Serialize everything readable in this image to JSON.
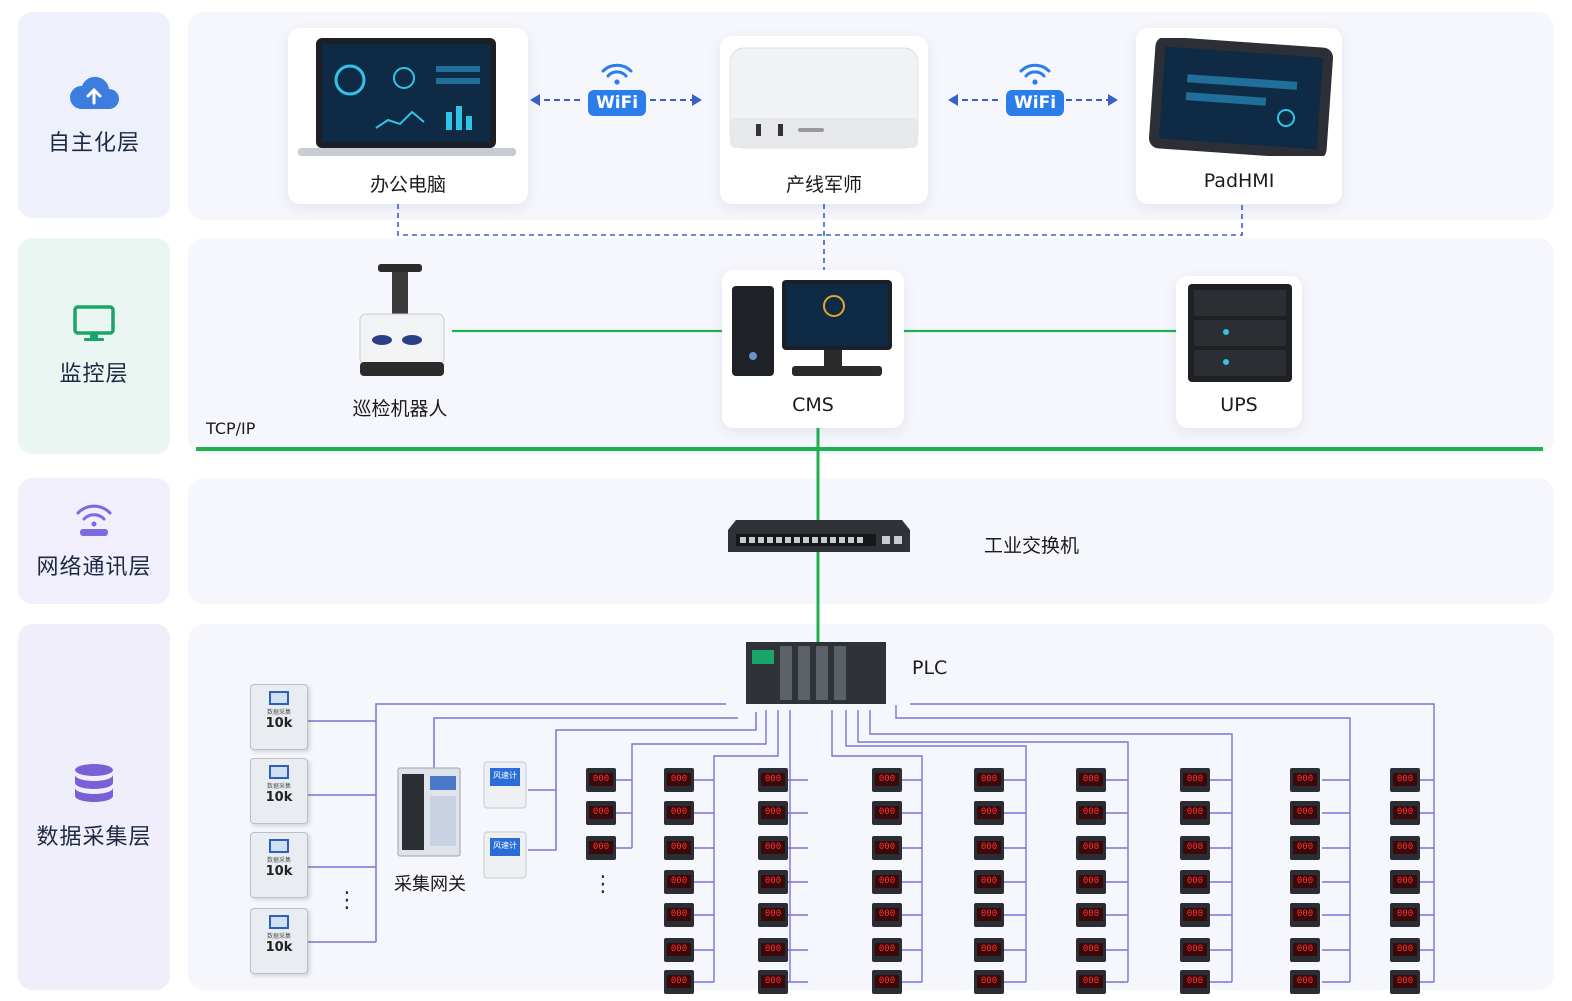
{
  "layers": [
    {
      "label": "自主化层",
      "icon": "cloud-upload-icon",
      "color": "#3d7de0"
    },
    {
      "label": "监控层",
      "icon": "monitor-icon",
      "color": "#1aa36a"
    },
    {
      "label": "网络通讯层",
      "icon": "wifi-router-icon",
      "color": "#7b6ae0"
    },
    {
      "label": "数据采集层",
      "icon": "database-icon",
      "color": "#7a5fd6"
    }
  ],
  "autonomy": {
    "office_pc": "办公电脑",
    "line_advisor": "产线军师",
    "pad": "PadHMI",
    "wifi": "WiFi"
  },
  "monitor": {
    "robot": "巡检机器人",
    "cms": "CMS",
    "ups": "UPS",
    "protocol": "TCP/IP"
  },
  "network": {
    "switch": "工业交换机"
  },
  "acquisition": {
    "plc": "PLC",
    "gateway": "采集网关",
    "transformer_value": "10k",
    "transformer_caption": "数据采集",
    "sensor_label": "风速计",
    "meter_display": "000",
    "ellipsis": "⋮"
  },
  "colors": {
    "ethernet": "#20b050",
    "dashed": "#3a5fc8",
    "serial": "#7b74d6"
  }
}
